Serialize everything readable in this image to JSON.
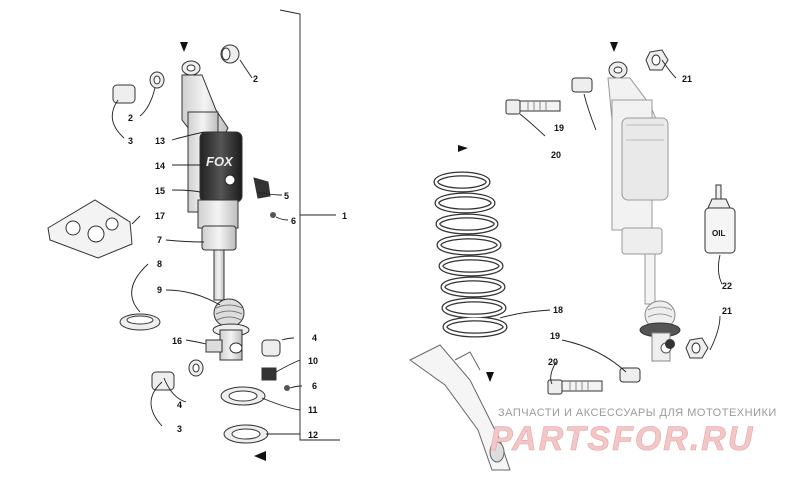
{
  "labels": {
    "l1": "1",
    "l2a": "2",
    "l2b": "2",
    "l3a": "3",
    "l3b": "3",
    "l4a": "4",
    "l4b": "4",
    "l5": "5",
    "l6a": "6",
    "l6b": "6",
    "l7": "7",
    "l8": "8",
    "l9": "9",
    "l10": "10",
    "l11": "11",
    "l12": "12",
    "l13": "13",
    "l14": "14",
    "l15": "15",
    "l16": "16",
    "l17": "17",
    "l18": "18",
    "l19a": "19",
    "l19b": "19",
    "l20a": "20",
    "l20b": "20",
    "l21a": "21",
    "l21b": "21",
    "l22": "22"
  },
  "bottle_text": "OIL",
  "shock_brand": "FOX",
  "watermark": {
    "subtitle": "ЗАПЧАСТИ И АКСЕССУАРЫ ДЛЯ МОТОТЕХНИКИ",
    "brand": "PARTSFOR.RU"
  },
  "colors": {
    "line": "#222222",
    "body_light": "#e6e6e6",
    "body_dark": "#3a3a3a",
    "watermark_brand": "#f3c7c7"
  }
}
